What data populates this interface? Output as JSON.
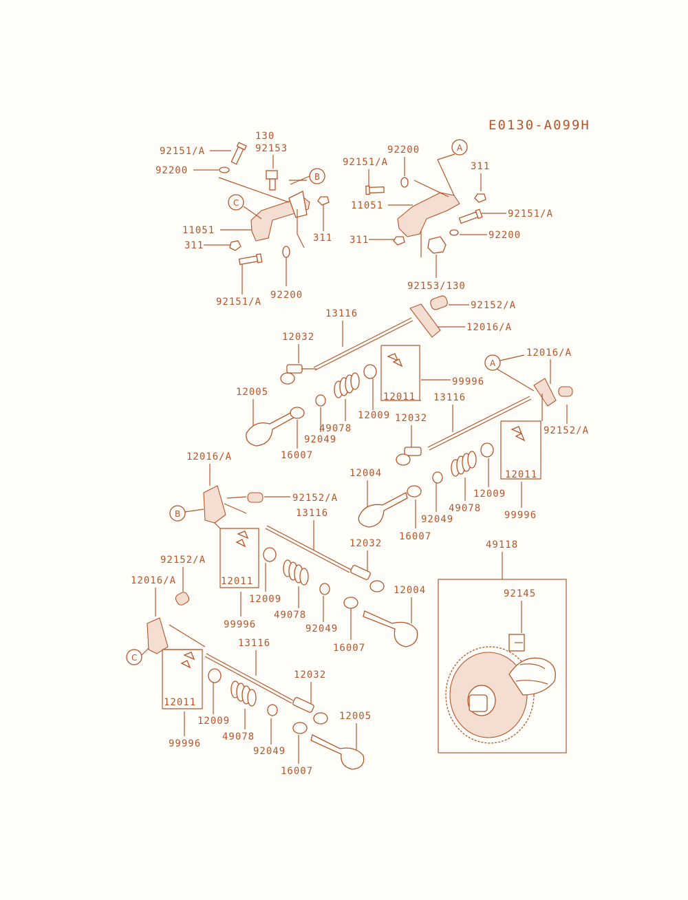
{
  "diagram_code": "E0130-A099H",
  "labels": {
    "g1_92151a": "92151/A",
    "g1_130": "130",
    "g1_92153": "92153",
    "g1_92200": "92200",
    "g1_11051": "11051",
    "g1_311a": "311",
    "g1_311b": "311",
    "g1_92151a_b": "92151/A",
    "g1_92200_b": "92200",
    "g2_92200": "92200",
    "g2_92151a": "92151/A",
    "g2_311": "311",
    "g2_11051": "11051",
    "g2_92151a_b": "92151/A",
    "g2_311_b": "311",
    "g2_92200_b": "92200",
    "g2_92153_130": "92153/130",
    "a_92152a": "92152/A",
    "a_13116": "13116",
    "a_12016a": "12016/A",
    "a_12032": "12032",
    "a_99996": "99996",
    "a_12005": "12005",
    "a_12011": "12011",
    "a_12009": "12009",
    "a_49078": "49078",
    "a_92049": "92049",
    "a_16007": "16007",
    "b_12016a": "12016/A",
    "b_13116": "13116",
    "b_12032": "12032",
    "b_92152a": "92152/A",
    "b_12004": "12004",
    "b_12011": "12011",
    "b_12009": "12009",
    "b_92049": "92049",
    "b_49078": "49078",
    "b_99996": "99996",
    "b_16007": "16007",
    "c_12016a": "12016/A",
    "c_92152a": "92152/A",
    "c_13116": "13116",
    "c_12032": "12032",
    "c_12011": "12011",
    "c_12009": "12009",
    "c_49078": "49078",
    "c_99996": "99996",
    "c_92049": "92049",
    "c_12004": "12004",
    "c_16007": "16007",
    "d_92152a": "92152/A",
    "d_12016a": "12016/A",
    "d_13116": "13116",
    "d_12032": "12032",
    "d_12011": "12011",
    "d_12009": "12009",
    "d_49078": "49078",
    "d_92049": "92049",
    "d_99996": "99996",
    "d_12005": "12005",
    "d_16007": "16007",
    "cam_49118": "49118",
    "cam_92145": "92145"
  },
  "callouts": {
    "A": "A",
    "B": "B",
    "C": "C"
  },
  "colors": {
    "ink": "#b5532a",
    "paper": "#fffef9"
  }
}
